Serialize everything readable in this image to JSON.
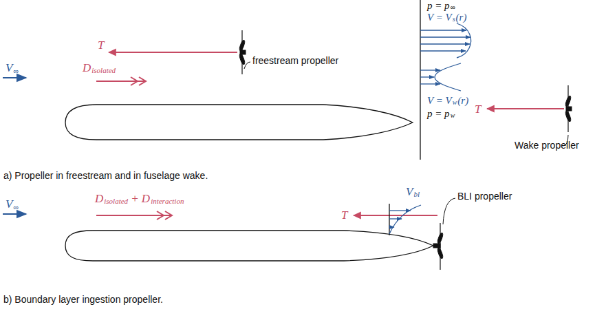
{
  "diagram": {
    "labels": [
      "T",
      "D",
      "isolated",
      "freestream propeller",
      "V",
      "∞",
      "p = p",
      "∞",
      "V = V",
      "s",
      "(r)",
      "V = V",
      "w",
      "(r)",
      "p = p",
      "w",
      "T",
      "Wake propeller",
      "a) Propeller in freestream and in fuselage wake.",
      "V",
      "∞",
      "D",
      "isolated",
      "+ D",
      "interaction",
      "T",
      "V",
      "bl",
      "BLI propeller",
      "b) Boundary layer ingestion propeller."
    ]
  }
}
